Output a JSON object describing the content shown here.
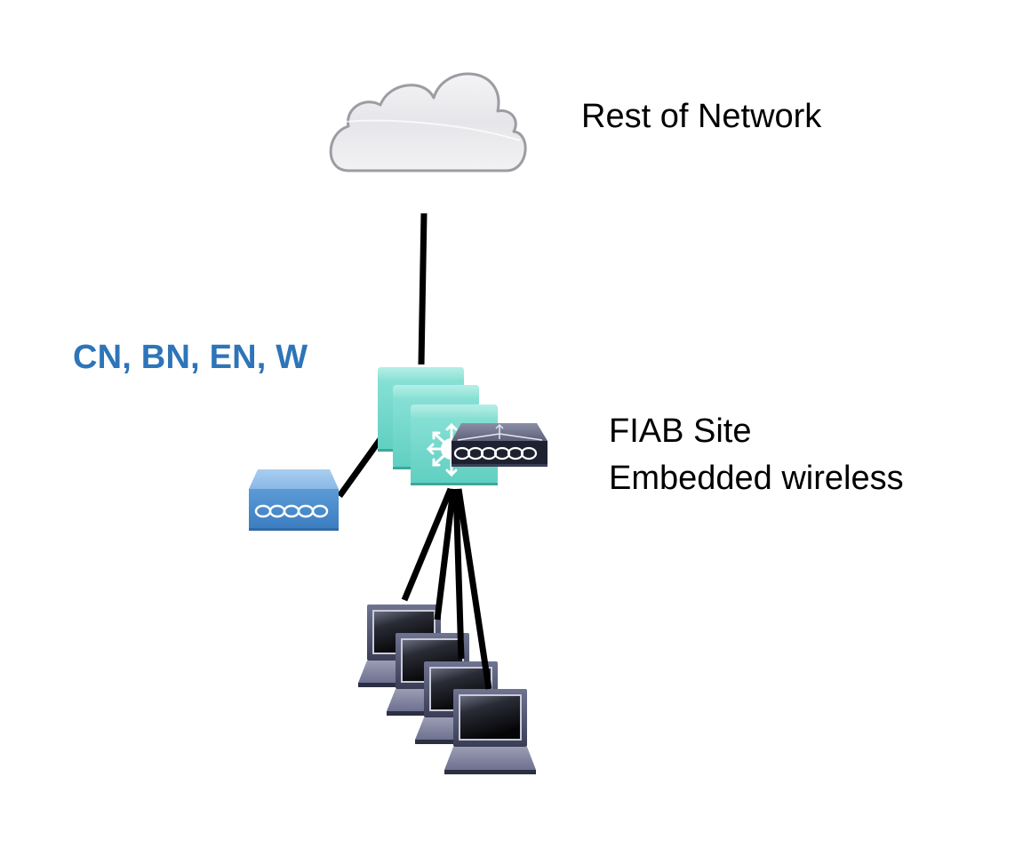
{
  "labels": {
    "cloud": "Rest of Network",
    "roles": "CN,  BN, EN, W",
    "site_line1": "FIAB Site",
    "site_line2": "Embedded wireless"
  },
  "colors": {
    "roles_text": "#2e74b8",
    "switch_teal": "#6dd3c6",
    "ap_blue": "#5b9bd5",
    "wlc_dark": "#2a2e3e",
    "link": "#000000"
  },
  "nodes": [
    {
      "id": "cloud",
      "type": "cloud-icon",
      "label": "Rest of Network"
    },
    {
      "id": "switch-stack",
      "type": "layer3-switch-stack",
      "count": 3
    },
    {
      "id": "embedded-wlc",
      "type": "wireless-controller"
    },
    {
      "id": "access-point",
      "type": "access-point"
    },
    {
      "id": "laptops",
      "type": "laptop",
      "count": 4
    }
  ],
  "links": [
    {
      "from": "cloud",
      "to": "switch-stack"
    },
    {
      "from": "access-point",
      "to": "switch-stack"
    },
    {
      "from": "switch-stack",
      "to": "laptop-1"
    },
    {
      "from": "switch-stack",
      "to": "laptop-2"
    },
    {
      "from": "switch-stack",
      "to": "laptop-3"
    },
    {
      "from": "switch-stack",
      "to": "laptop-4"
    }
  ]
}
